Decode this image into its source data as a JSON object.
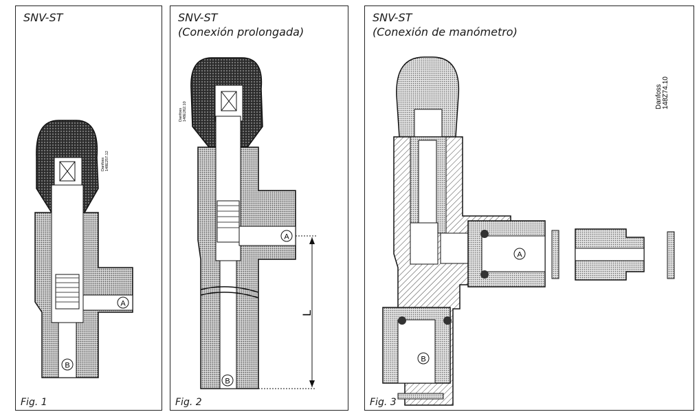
{
  "panels": [
    {
      "title_lines": [
        "SNV-ST"
      ],
      "fig_label": "Fig. 1",
      "brand": "Danfoss",
      "code": "148E257.12",
      "port_a": "A",
      "port_b": "B"
    },
    {
      "title_lines": [
        "SNV-ST",
        "(Conexión prolongada)"
      ],
      "fig_label": "Fig. 2",
      "brand": "Danfoss",
      "code": "148E262.10",
      "port_a": "A",
      "port_b": "B",
      "dimension_label": "L"
    },
    {
      "title_lines": [
        "SNV-ST",
        "(Conexión de manómetro)"
      ],
      "fig_label": "Fig. 3",
      "brand": "Danfoss",
      "code": "148Z74.10",
      "port_a": "A",
      "port_b": "B"
    }
  ],
  "colors": {
    "line": "#1a1a1a",
    "cap": "#222222",
    "stipple": "#bdbdbd"
  }
}
